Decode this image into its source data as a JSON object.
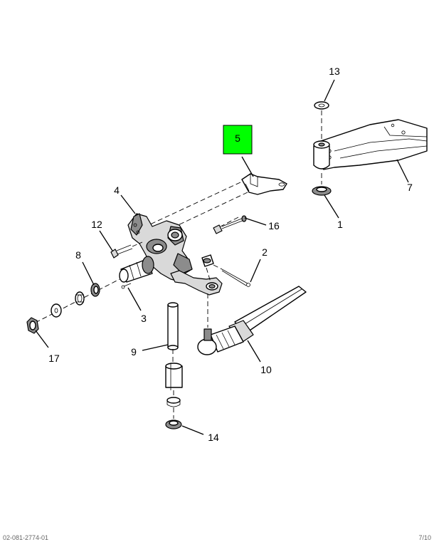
{
  "callouts": [
    {
      "id": "1",
      "label": "1"
    },
    {
      "id": "2",
      "label": "2"
    },
    {
      "id": "3",
      "label": "3"
    },
    {
      "id": "4",
      "label": "4"
    },
    {
      "id": "5",
      "label": "5",
      "highlighted": true
    },
    {
      "id": "7",
      "label": "7"
    },
    {
      "id": "8",
      "label": "8"
    },
    {
      "id": "9",
      "label": "9"
    },
    {
      "id": "10",
      "label": "10"
    },
    {
      "id": "12",
      "label": "12"
    },
    {
      "id": "13",
      "label": "13"
    },
    {
      "id": "14",
      "label": "14"
    },
    {
      "id": "16",
      "label": "16"
    },
    {
      "id": "17",
      "label": "17"
    }
  ],
  "highlight_color": "#00ff00",
  "footer": {
    "left": "02-081-2774-01",
    "right": "7/10"
  }
}
